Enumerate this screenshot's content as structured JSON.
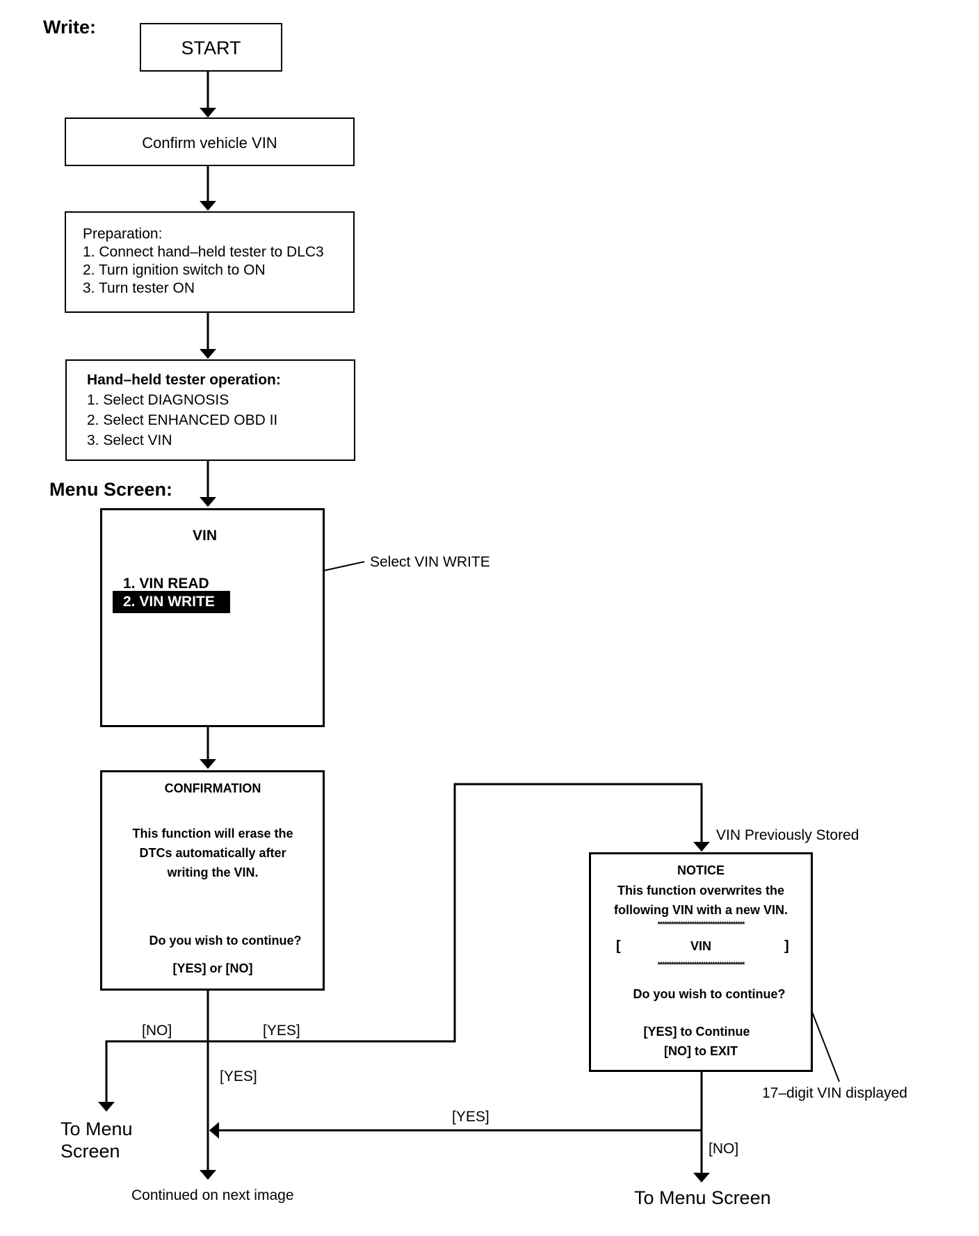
{
  "labels": {
    "write": "Write:",
    "menu_screen": "Menu Screen:",
    "select_vin_write": "Select VIN WRITE",
    "vin_previously_stored": "VIN Previously Stored",
    "digit_vin_displayed": "17–digit VIN displayed",
    "no_left": "[NO]",
    "yes_mid": "[YES]",
    "yes_down": "[YES]",
    "yes_bottom": "[YES]",
    "no_right": "[NO]",
    "to_menu_left_1": "To Menu",
    "to_menu_left_2": "Screen",
    "to_menu_right": "To Menu Screen",
    "continued": "Continued on next image"
  },
  "boxes": {
    "start": "START",
    "confirm_vin": "Confirm vehicle VIN",
    "prep": {
      "title": "Preparation:",
      "steps": [
        "1. Connect hand–held tester to DLC3",
        "2. Turn ignition switch to ON",
        "3. Turn tester ON"
      ]
    },
    "tester_op": {
      "title": "Hand–held tester operation:",
      "steps": [
        "1. Select DIAGNOSIS",
        "2. Select ENHANCED OBD II",
        "3. Select VIN"
      ]
    },
    "menu": {
      "title": "VIN",
      "items": [
        "1. VIN READ",
        "2. VIN WRITE"
      ]
    },
    "confirmation": {
      "title": "CONFIRMATION",
      "body": [
        "This function will erase the",
        "DTCs automatically after",
        "writing the VIN."
      ],
      "question": "Do you wish to continue?",
      "options": "[YES] or [NO]"
    },
    "notice": {
      "title": "NOTICE",
      "body": [
        "This function overwrites the",
        "following VIN with a new VIN."
      ],
      "stars": "**************************************",
      "bracket_left": "[",
      "vin": "VIN",
      "bracket_right": "]",
      "question": "Do you wish to continue?",
      "yes_continue": "[YES] to Continue",
      "no_exit": "[NO] to EXIT"
    }
  }
}
